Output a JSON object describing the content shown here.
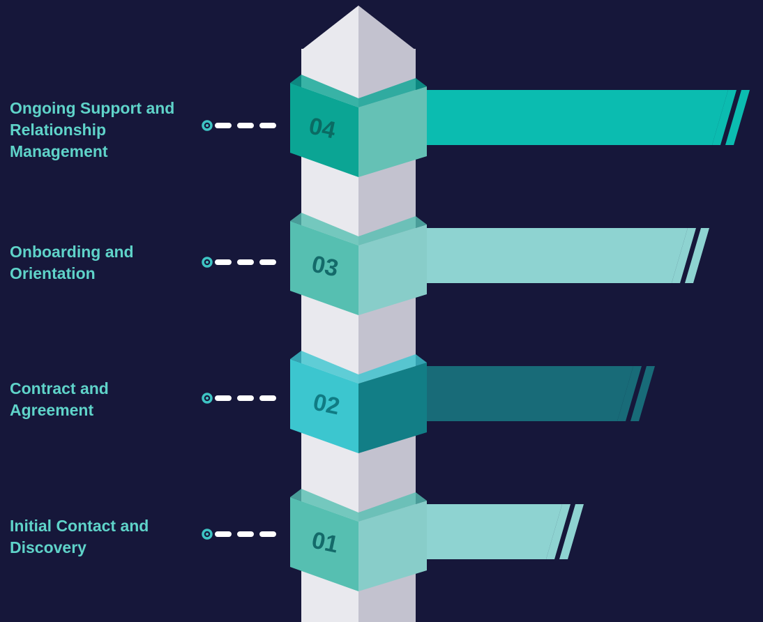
{
  "colors": {
    "background": "#16173a",
    "label_text": "#5fd3c9",
    "connector_dot": "#3ec4c4",
    "connector_dash": "#ffffff",
    "pillar_light": "#e9e9ee",
    "pillar_shade": "#c3c2cf"
  },
  "steps": [
    {
      "number": "04",
      "label": "Ongoing Support and Relationship Management",
      "colors": {
        "front": "#0ba594",
        "side": "#65c1b5",
        "band": "#0bbcb0",
        "number_text": "#0b6b63"
      }
    },
    {
      "number": "03",
      "label": "Onboarding and Orientation",
      "colors": {
        "front": "#56bfb1",
        "side": "#88cdc9",
        "band": "#8ed3d1",
        "number_text": "#146a6a"
      }
    },
    {
      "number": "02",
      "label": "Contract and Agreement",
      "colors": {
        "front": "#3cc6cf",
        "side": "#127e86",
        "band": "#186b78",
        "number_text": "#107b84"
      }
    },
    {
      "number": "01",
      "label": "Initial Contact and Discovery",
      "colors": {
        "front": "#56bfb1",
        "side": "#88cdc9",
        "band": "#8ed3d1",
        "number_text": "#146a6a"
      }
    }
  ]
}
